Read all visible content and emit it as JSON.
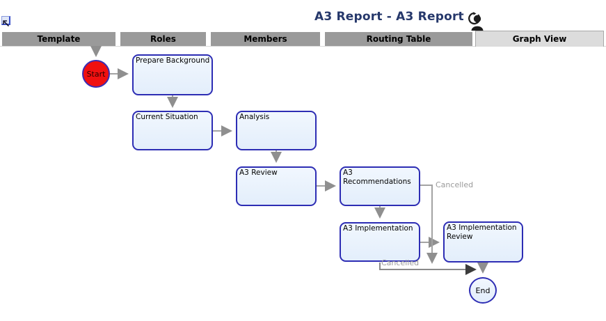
{
  "header": {
    "title": "A3 Report - A3 Report"
  },
  "icons": {
    "back": "nw-arrow-icon",
    "user": "user-loop-icon"
  },
  "tabs": [
    {
      "label": "Template",
      "active": false
    },
    {
      "label": "Roles",
      "active": false
    },
    {
      "label": "Members",
      "active": false
    },
    {
      "label": "Routing Table",
      "active": false
    },
    {
      "label": "Graph View",
      "active": true
    }
  ],
  "graph": {
    "start_label": "Start",
    "end_label": "End",
    "nodes": [
      {
        "label": "Prepare Background"
      },
      {
        "label": "Current Situation"
      },
      {
        "label": "Analysis"
      },
      {
        "label": "A3 Review"
      },
      {
        "label": "A3 Recommendations"
      },
      {
        "label": "A3 Implementation"
      },
      {
        "label": "A3 Implementation Review"
      }
    ],
    "edges": [
      {
        "from": "Start",
        "to": "Prepare Background",
        "label": ""
      },
      {
        "from": "Prepare Background",
        "to": "Current Situation",
        "label": ""
      },
      {
        "from": "Current Situation",
        "to": "Analysis",
        "label": ""
      },
      {
        "from": "Analysis",
        "to": "A3 Review",
        "label": ""
      },
      {
        "from": "A3 Review",
        "to": "A3 Recommendations",
        "label": ""
      },
      {
        "from": "A3 Recommendations",
        "to": "A3 Implementation",
        "label": ""
      },
      {
        "from": "A3 Implementation",
        "to": "A3 Implementation Review",
        "label": ""
      },
      {
        "from": "A3 Implementation Review",
        "to": "End",
        "label": ""
      },
      {
        "from": "A3 Recommendations",
        "to": "End",
        "label": "Cancelled"
      },
      {
        "from": "A3 Implementation",
        "to": "End",
        "label": "Cancelled"
      }
    ],
    "colors": {
      "node_fill": "#e9f1fc",
      "node_border": "#2d2db4",
      "start_fill": "#f01010",
      "connector": "#a0a0a0",
      "edge_label": "#9a9a9a",
      "title_text": "#26386b",
      "tab_bg": "#9a9a9a",
      "tab_active_bg": "#dcdcdc"
    }
  }
}
